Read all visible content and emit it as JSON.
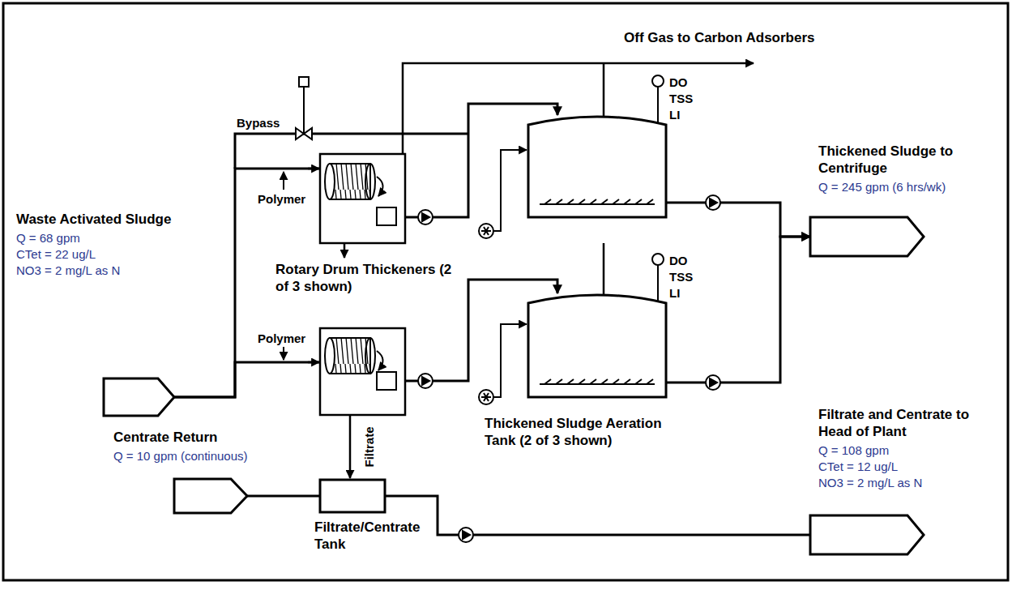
{
  "diagram": {
    "nodes": [
      {
        "text": [
          "Waste Activated Sludge",
          "Q = 68 gpm",
          "CTet = 22 ug/L",
          "NO3 = 2 mg/L as N"
        ]
      },
      {
        "text": [
          "DO TSS LI"
        ]
      },
      {
        "text": [
          "Thickened Sludge to Centrifuge",
          "Q = 245 gpm (6 hrs/wk)"
        ]
      },
      {
        "text": [
          "DO TSS LI"
        ]
      },
      {
        "text": [
          "Centrate Return",
          "Q = 10 gpm (continuous)"
        ]
      },
      {
        "text": [
          "Filtrate and Centrate to Head of Plant",
          "Q = 108 gpm",
          "CTet = 12 ug/L",
          "NO3 = 2 mg/L as N"
        ]
      },
      {
        "text": [
          "Filtrate/Centrate Tank"
        ]
      }
    ],
    "edges": [
      {
        "from": 0,
        "to": 1,
        "arrow": "to"
      },
      {
        "from": 0,
        "to": 3,
        "arrow": "to"
      },
      {
        "from": 1,
        "to": 2,
        "arrow": "to"
      },
      {
        "from": 3,
        "to": 2,
        "arrow": "to"
      },
      {
        "from": 4,
        "to": 6,
        "arrow": "none"
      },
      {
        "from": 6,
        "to": 5,
        "arrow": "none"
      }
    ],
    "labels": [
      "Off Gas to Carbon Adsorbers",
      "Bypass",
      "Polymer",
      "Rotary Drum Thickeners (2 of 3 shown)",
      "Polymer",
      "Filtrate",
      "Thickened Sludge Aeration Tank (2 of 3 shown)"
    ]
  }
}
